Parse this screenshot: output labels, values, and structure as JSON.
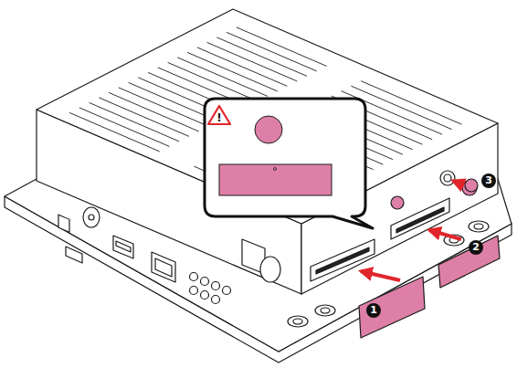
{
  "diagram": {
    "labels": [
      "!",
      "1",
      "2",
      "3"
    ]
  }
}
